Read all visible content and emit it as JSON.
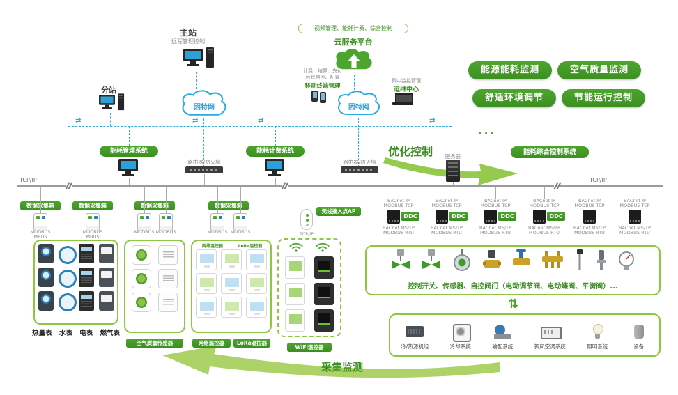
{
  "colors": {
    "green": "#4ca52d",
    "green-dark": "#3c8f22",
    "green-light": "#8dc63f",
    "green-pale": "#a9d05f",
    "blue": "#29abe2"
  },
  "top": {
    "main_station": "主站",
    "main_station_sub": "远程管理控制",
    "sub_station": "分站",
    "internet_left": "因特网",
    "internet_right": "因特网",
    "cloud_tags": "视频管理、能耗计费、综合控制",
    "cloud_platform": "云服务平台",
    "mobile_note_1": "计费、结算、支付",
    "mobile_note_2": "远程启停、配置",
    "mobile_terminal": "移动终端管理",
    "ops_note": "集中监控管理",
    "ops_center": "运维中心"
  },
  "feature_badges": [
    "能源能耗监测",
    "空气质量监测",
    "舒适环境调节",
    "节能运行控制"
  ],
  "tier2": {
    "energy_mgmt": "能耗管理系统",
    "router1": "路由器/防火墙",
    "billing": "能耗计费系统",
    "router2": "路由器/防火墙",
    "optimize": "优化控制",
    "server": "服务器",
    "integrated": "能耗综合控制系统",
    "dots": "···"
  },
  "bus": {
    "tcpip_left": "TCP/IP",
    "tcpip_right": "TCP/IP"
  },
  "collectors": {
    "badges": [
      "数据采集箱",
      "数据采集箱",
      "数据采集箱",
      "数据采集箱"
    ],
    "columns": [
      {
        "protocols": [
          "MODBUS",
          "MBUS"
        ]
      },
      {
        "protocols": [
          "MODBUS",
          "MBUS"
        ]
      },
      {
        "protocols": [
          "MODBUS"
        ]
      },
      {
        "protocols": [
          "MODBUS"
        ]
      },
      {
        "protocols": [
          "MODBUS"
        ]
      },
      {
        "protocols": [
          "MODBUS"
        ]
      }
    ],
    "ap_label": "无线接入点AP",
    "ap_protocol": "TCP/IP"
  },
  "ddc": {
    "top": [
      "BACnet IP",
      "MODBUS TCP"
    ],
    "badge": "DDC",
    "bottom": [
      "BACnet MS/TP",
      "MODBUS RTU"
    ]
  },
  "groups": {
    "meters": {
      "labels": [
        "热量表",
        "水表",
        "电表",
        "燃气表"
      ]
    },
    "air": {
      "badge": "空气质量传感器"
    },
    "thermo": {
      "top_labels": [
        "网络温控器",
        "LoRa温控器"
      ],
      "badges": [
        "网络温控器",
        "LoRa温控器"
      ]
    },
    "wifi": {
      "badge": "WiFi温控器"
    },
    "valves": {
      "caption": "控制开关、传感器、自控阀门（电动调节阀、电动蝶阀、平衡阀）...",
      "icons": [
        "electric-regulating-valve",
        "electric-regulating-valve",
        "butterfly-valve",
        "solenoid-valve",
        "brass-valve",
        "manifold",
        "temperature-sensor",
        "pressure-sensor",
        "gauge"
      ]
    },
    "equipment": [
      {
        "icon": "chiller-icon",
        "label": "冷/热源机组"
      },
      {
        "icon": "cooling-icon",
        "label": "冷却系统"
      },
      {
        "icon": "pump-icon",
        "label": "输配系统"
      },
      {
        "icon": "ahu-icon",
        "label": "新风空调系统"
      },
      {
        "icon": "lighting-icon",
        "label": "照明系统"
      },
      {
        "icon": "device-icon",
        "label": "设备"
      }
    ]
  },
  "flow": {
    "collect": "采集监测"
  }
}
